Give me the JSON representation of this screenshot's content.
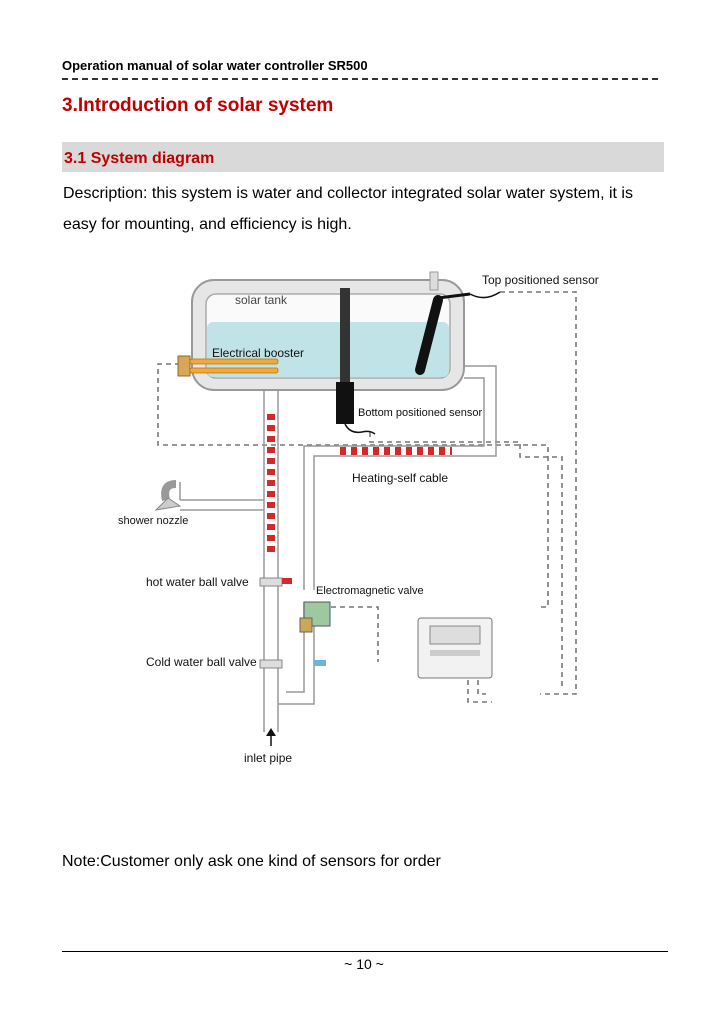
{
  "header": {
    "title": "Operation manual of solar water controller SR500"
  },
  "section": {
    "title": "3.Introduction of solar system"
  },
  "subsection": {
    "title": "3.1 System diagram",
    "description": "Description:  this system is water and collector integrated solar water system, it is easy for mounting, and efficiency is high."
  },
  "diagram": {
    "labels": {
      "solar_tank": "solar tank",
      "electrical_booster": "Electrical booster",
      "top_sensor": "Top positioned sensor",
      "bottom_sensor": "Bottom positioned sensor",
      "heating_cable": "Heating-self cable",
      "shower_nozzle": "shower nozzle",
      "hot_valve": "hot water ball valve",
      "electromagnetic_valve": "Electromagnetic valve",
      "cold_valve": "Cold water ball valve",
      "inlet_pipe": "inlet pipe"
    },
    "colors": {
      "water": "#bfe3e6",
      "heating_cable": "#d62828",
      "booster": "#f2a93b",
      "pipe": "#e8e8e8",
      "dashed_wire": "#777777"
    }
  },
  "note": {
    "text": "Note:Customer only ask one kind of sensors for order"
  },
  "footer": {
    "page_number": "~ 10 ~"
  }
}
